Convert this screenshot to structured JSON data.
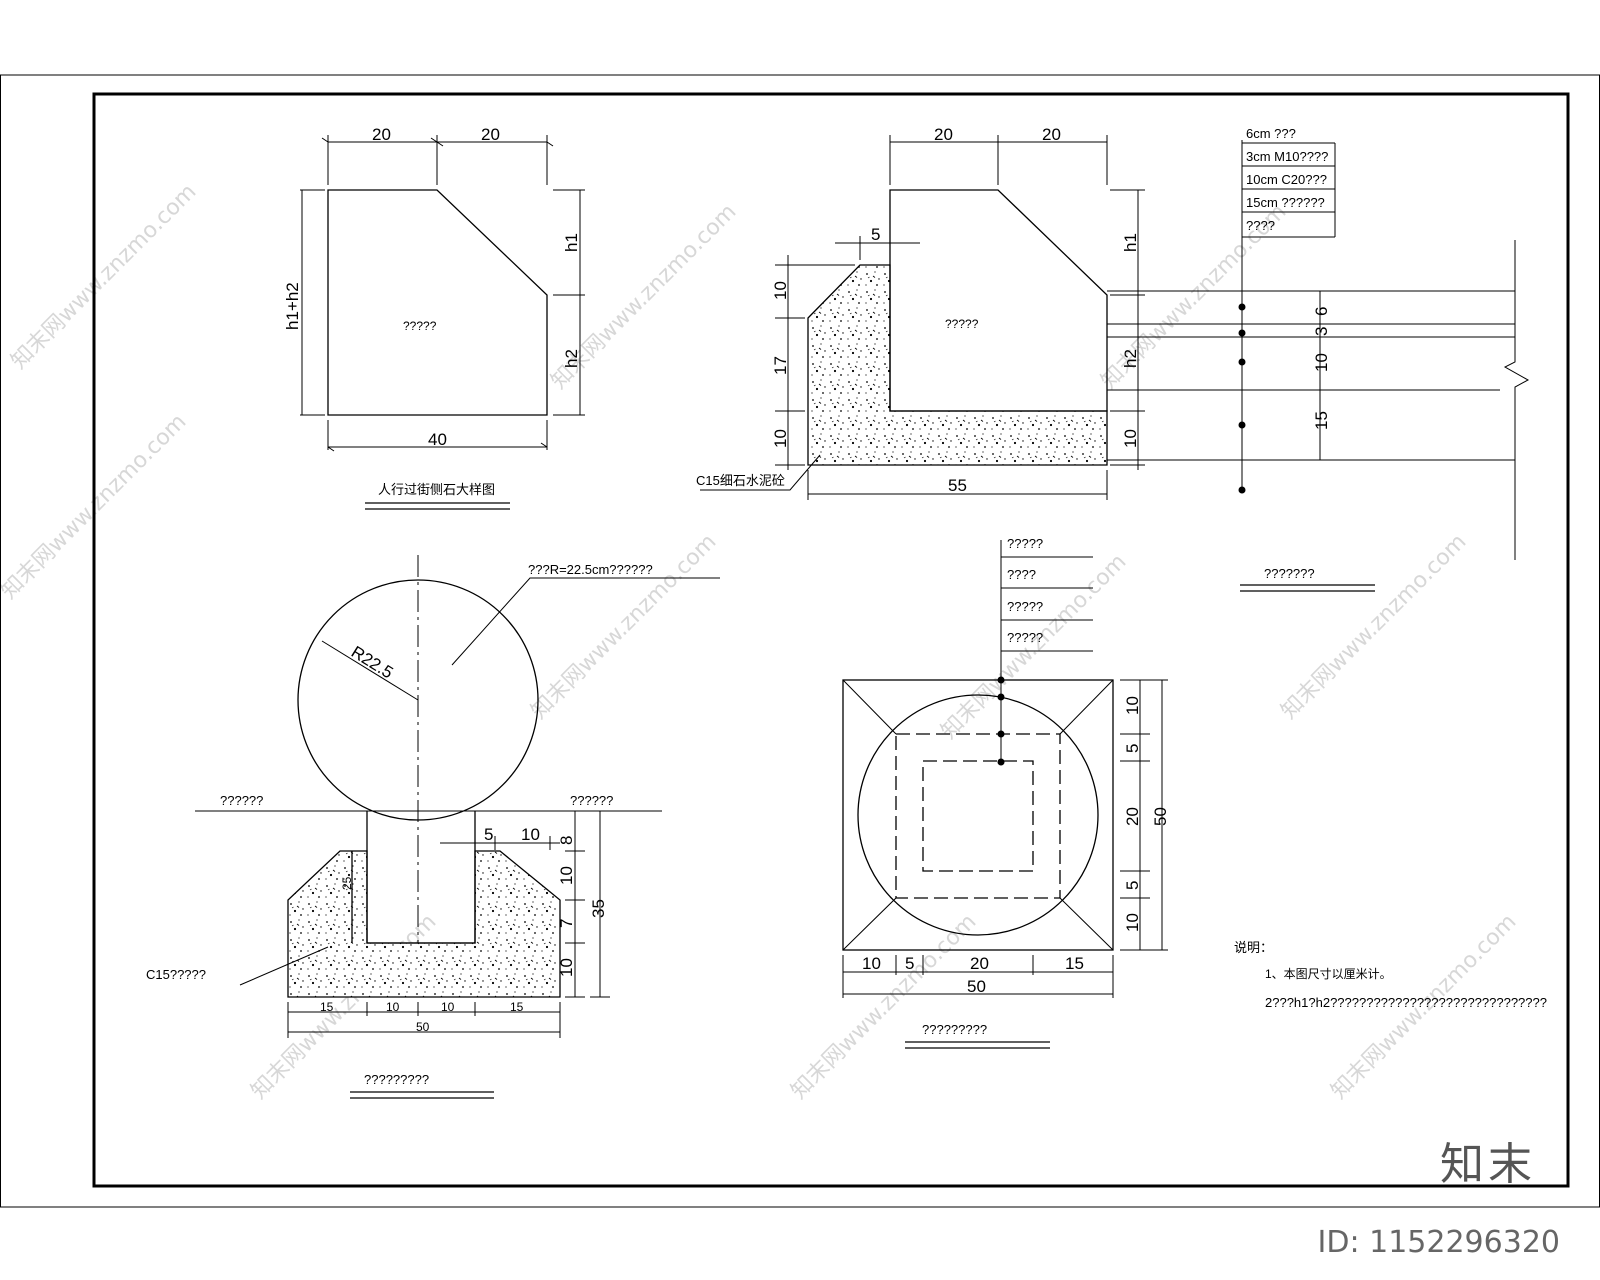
{
  "curb_detail": {
    "top_left_dim": "20",
    "top_right_dim": "20",
    "bottom_dim": "40",
    "left_dim": "h1+h2",
    "h1": "h1",
    "h2": "h2",
    "body_label": "?????",
    "title": "人行过街侧石大样图"
  },
  "curb_section": {
    "top_left_dim": "20",
    "top_right_dim": "20",
    "offset_dim": "5",
    "left_dims": [
      "10",
      "17",
      "10"
    ],
    "h1": "h1",
    "h2": "h2",
    "bottom_gap": "10",
    "bottom_dim": "55",
    "body_label": "?????",
    "concrete_label": "C15细石水泥砼",
    "pavement_dims": [
      "3",
      "6",
      "10",
      "15"
    ]
  },
  "pavement_layers": {
    "items": [
      "6cm ???",
      "3cm M10????",
      "10cm C20???",
      "15cm ??????",
      "????"
    ],
    "title": "???????"
  },
  "ball_section": {
    "radius_note": "???R=22.5cm??????",
    "radius_dim": "R22.5",
    "ground_left": "??????",
    "ground_right": "??????",
    "top_dims": [
      "5",
      "10"
    ],
    "right_dims": [
      "8",
      "10",
      "7",
      "10"
    ],
    "total_height": "35",
    "slope_dim": "25",
    "concrete_label": "C15?????",
    "bottom_dims": [
      "15",
      "10",
      "10",
      "15"
    ],
    "bottom_total": "50",
    "title": "?????????"
  },
  "plan_view": {
    "layers": [
      "?????",
      "????",
      "?????",
      "?????"
    ],
    "right_dims": [
      "10",
      "5",
      "20",
      "5",
      "10"
    ],
    "right_total": "50",
    "bottom_dims": [
      "10",
      "5",
      "20",
      "15"
    ],
    "bottom_total": "50",
    "title": "?????????"
  },
  "notes": {
    "title": "说明：",
    "line1": "1、本图尺寸以厘米计。",
    "line2": "2???h1?h2??????????????????????????????"
  },
  "watermark": {
    "text": "知末网www.znzmo.com",
    "logo": "知末",
    "id": "ID: 1152296320"
  }
}
